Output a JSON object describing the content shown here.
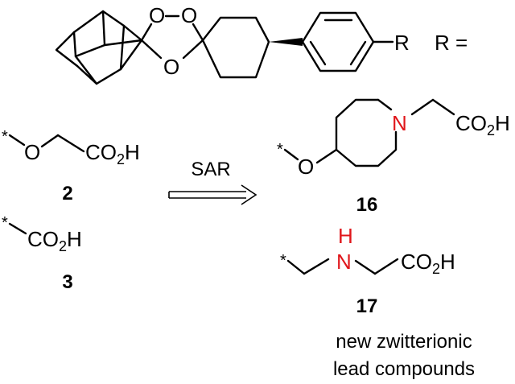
{
  "scheme": {
    "r_label": "R",
    "r_equals": "R =",
    "peroxide_o1": "O",
    "peroxide_o2": "O",
    "ring_o": "O",
    "arrow_label": "SAR",
    "compound_2": {
      "number": "2",
      "star": "*",
      "oxygen": "O",
      "co2h_main": "CO",
      "co2h_sub": "2",
      "co2h_end": "H"
    },
    "compound_3": {
      "number": "3",
      "star": "*",
      "co2h_main": "CO",
      "co2h_sub": "2",
      "co2h_end": "H"
    },
    "compound_16": {
      "number": "16",
      "star": "*",
      "oxygen": "O",
      "nitrogen": "N",
      "co2h_main": "CO",
      "co2h_sub": "2",
      "co2h_end": "H"
    },
    "compound_17": {
      "number": "17",
      "star": "*",
      "h": "H",
      "nitrogen": "N",
      "co2h_main": "CO",
      "co2h_sub": "2",
      "co2h_end": "H"
    },
    "caption_line1": "new zwitterionic",
    "caption_line2": "lead compounds"
  },
  "colors": {
    "heteroatom_highlight": "#e0161b",
    "ink": "#000000"
  }
}
